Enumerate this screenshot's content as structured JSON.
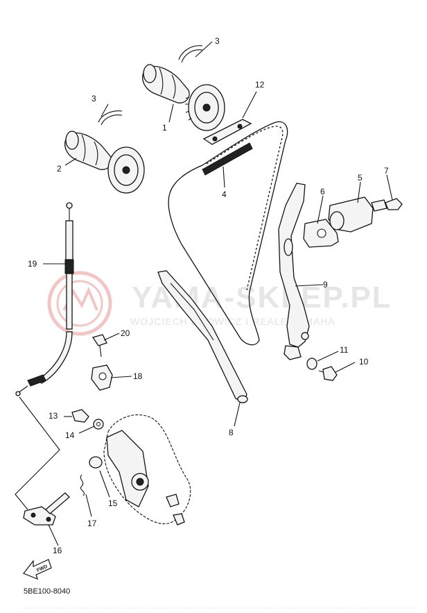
{
  "watermark": {
    "main": "YAMA-SKLEP.PL",
    "sub": "WOJCIECH DROWICZ I REALE YAMAHA"
  },
  "diagram_code": "5BE100-8040",
  "fwd_label": "FWD",
  "callouts": [
    {
      "id": "c1",
      "label": "1"
    },
    {
      "id": "c2",
      "label": "2"
    },
    {
      "id": "c3a",
      "label": "3"
    },
    {
      "id": "c3b",
      "label": "3"
    },
    {
      "id": "c4",
      "label": "4"
    },
    {
      "id": "c5",
      "label": "5"
    },
    {
      "id": "c6",
      "label": "6"
    },
    {
      "id": "c7",
      "label": "7"
    },
    {
      "id": "c8",
      "label": "8"
    },
    {
      "id": "c9",
      "label": "9"
    },
    {
      "id": "c10",
      "label": "10"
    },
    {
      "id": "c11",
      "label": "11"
    },
    {
      "id": "c12",
      "label": "12"
    },
    {
      "id": "c13",
      "label": "13"
    },
    {
      "id": "c14",
      "label": "14"
    },
    {
      "id": "c15",
      "label": "15"
    },
    {
      "id": "c16",
      "label": "16"
    },
    {
      "id": "c17",
      "label": "17"
    },
    {
      "id": "c18",
      "label": "18"
    },
    {
      "id": "c19",
      "label": "19"
    },
    {
      "id": "c20",
      "label": "20"
    }
  ]
}
